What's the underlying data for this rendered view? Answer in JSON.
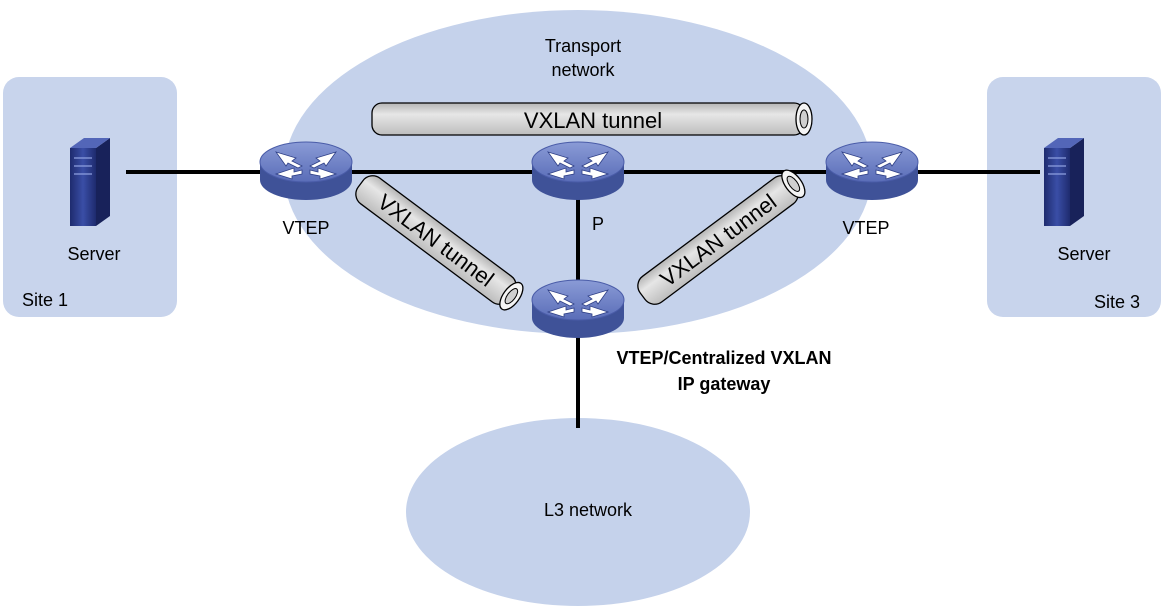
{
  "diagram": {
    "transport_network": {
      "line1": "Transport",
      "line2": "network"
    },
    "site1": {
      "label": "Site 1",
      "server_label": "Server"
    },
    "site3": {
      "label": "Site 3",
      "server_label": "Server"
    },
    "vtep_left": {
      "label": "VTEP"
    },
    "vtep_right": {
      "label": "VTEP"
    },
    "p_device": {
      "label": "P"
    },
    "gateway": {
      "line1": "VTEP/Centralized VXLAN",
      "line2": "IP gateway"
    },
    "l3_network": {
      "label": "L3 network"
    },
    "tunnels": {
      "top": "VXLAN tunnel",
      "left": "VXLAN tunnel",
      "right": "VXLAN tunnel"
    },
    "colors": {
      "cloud": "#c5d2eb",
      "site_box": "#c8d4ec",
      "device_top": "#6f82c7",
      "device_side": "#3c4f95",
      "server": "#2b3a8a",
      "tunnel": "#d7d7d7"
    }
  }
}
